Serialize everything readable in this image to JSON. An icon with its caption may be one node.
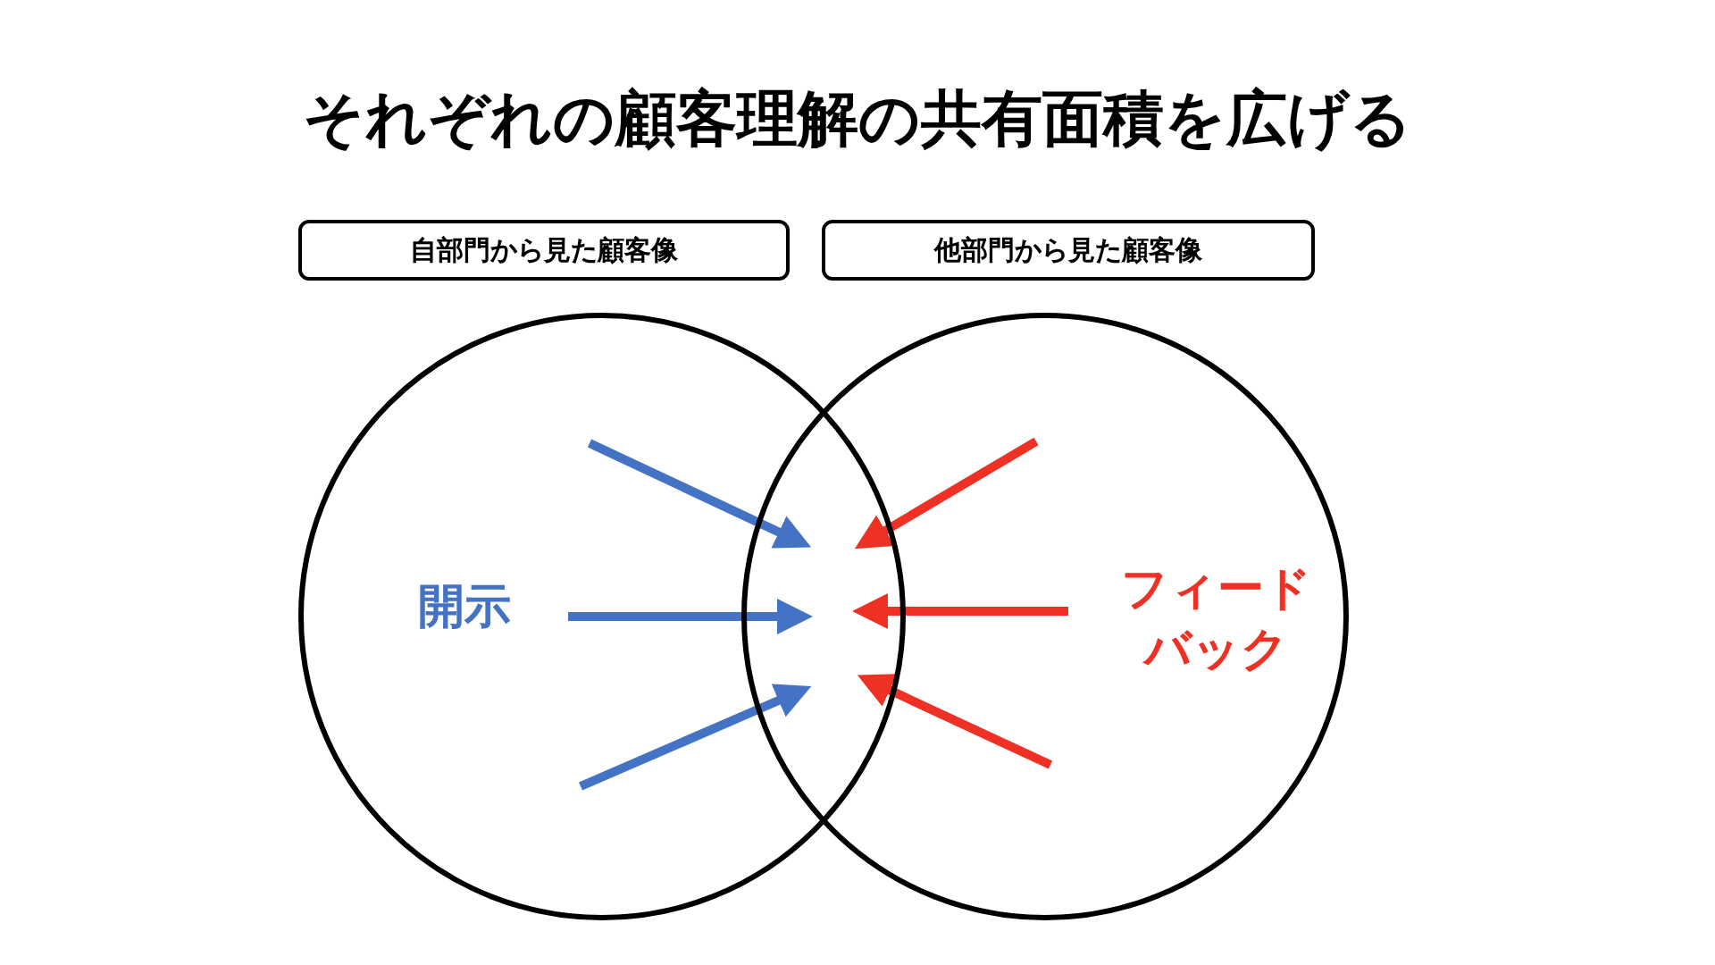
{
  "diagram": {
    "title": "それぞれの顧客理解の共有面積を広げる",
    "nodes": [
      {
        "text": [
          "自部門から見た顧客像"
        ]
      },
      {
        "text": [
          "他部門から見た顧客像"
        ]
      },
      {
        "text": [
          "開示"
        ]
      },
      {
        "text": [
          "フィードバック"
        ]
      }
    ],
    "edges": [
      {
        "from": 2,
        "to": 3,
        "arrow": "to",
        "color": "#4472c4"
      },
      {
        "from": 2,
        "to": 3,
        "arrow": "to",
        "color": "#4472c4"
      },
      {
        "from": 2,
        "to": 3,
        "arrow": "to",
        "color": "#4472c4"
      },
      {
        "from": 3,
        "to": 2,
        "arrow": "to",
        "color": "#ee3124"
      },
      {
        "from": 3,
        "to": 2,
        "arrow": "to",
        "color": "#ee3124"
      },
      {
        "from": 3,
        "to": 2,
        "arrow": "to",
        "color": "#ee3124"
      }
    ]
  }
}
